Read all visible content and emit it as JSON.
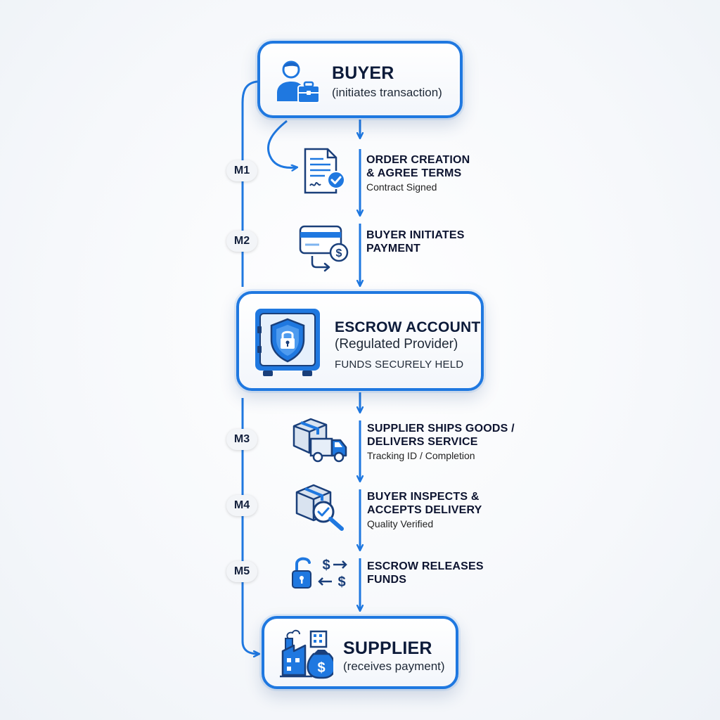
{
  "buyer": {
    "title": "BUYER",
    "subtitle": "(initiates transaction)"
  },
  "escrow": {
    "title": "ESCROW ACCOUNT",
    "subtitle": "(Regulated Provider)",
    "status": "FUNDS SECURELY HELD"
  },
  "supplier": {
    "title": "SUPPLIER",
    "subtitle": "(receives payment)"
  },
  "steps": [
    {
      "title_1": "ORDER CREATION",
      "title_2": "& AGREE TERMS",
      "detail": "Contract Signed",
      "icon": "contract-icon"
    },
    {
      "title_1": "BUYER INITIATES",
      "title_2": "PAYMENT",
      "detail": "",
      "icon": "payment-card-icon"
    },
    {
      "title_1": "SUPPLIER SHIPS GOODS /",
      "title_2": "DELIVERS SERVICE",
      "detail": "Tracking ID / Completion",
      "icon": "delivery-truck-icon"
    },
    {
      "title_1": "BUYER INSPECTS &",
      "title_2": "ACCEPTS DELIVERY",
      "detail": "Quality Verified",
      "icon": "inspect-package-icon"
    },
    {
      "title_1": "ESCROW RELEASES",
      "title_2": "FUNDS",
      "detail": "",
      "icon": "unlock-funds-icon"
    }
  ],
  "milestones": [
    "M1",
    "M2",
    "M3",
    "M4",
    "M5"
  ],
  "colors": {
    "accent": "#1f78e0",
    "accent_light": "#5aa6f0",
    "text": "#0d1b3a"
  }
}
